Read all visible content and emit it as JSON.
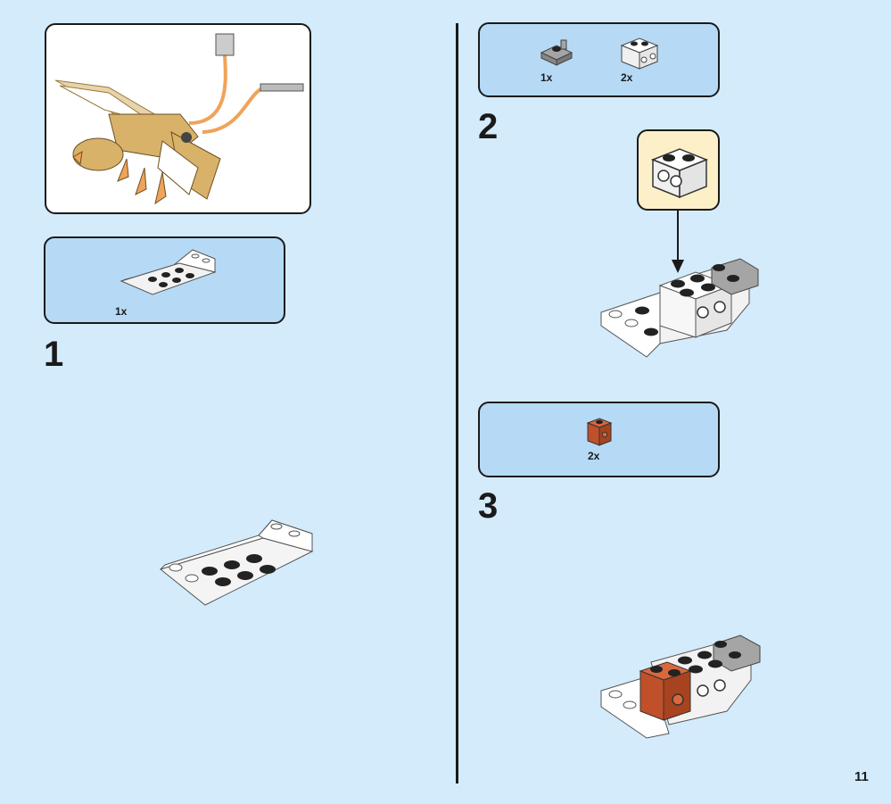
{
  "page": {
    "number": "11"
  },
  "steps": [
    {
      "number": "1",
      "parts": [
        {
          "qty": "1x",
          "color": "#ffffff"
        }
      ]
    },
    {
      "number": "2",
      "parts": [
        {
          "qty": "1x",
          "color": "#a5a5a5"
        },
        {
          "qty": "2x",
          "color": "#ffffff"
        }
      ]
    },
    {
      "number": "3",
      "parts": [
        {
          "qty": "2x",
          "color": "#c0502a"
        }
      ]
    }
  ],
  "colors": {
    "background": "#d3ebfa",
    "parts_panel": "#b6daf5",
    "callout": "#fdf0c8",
    "brick_white": "#ffffff",
    "brick_gray": "#a5a5a5",
    "brick_orange": "#c0502a",
    "figure_gold": "#d9b26a",
    "figure_orange": "#f0a35a"
  }
}
